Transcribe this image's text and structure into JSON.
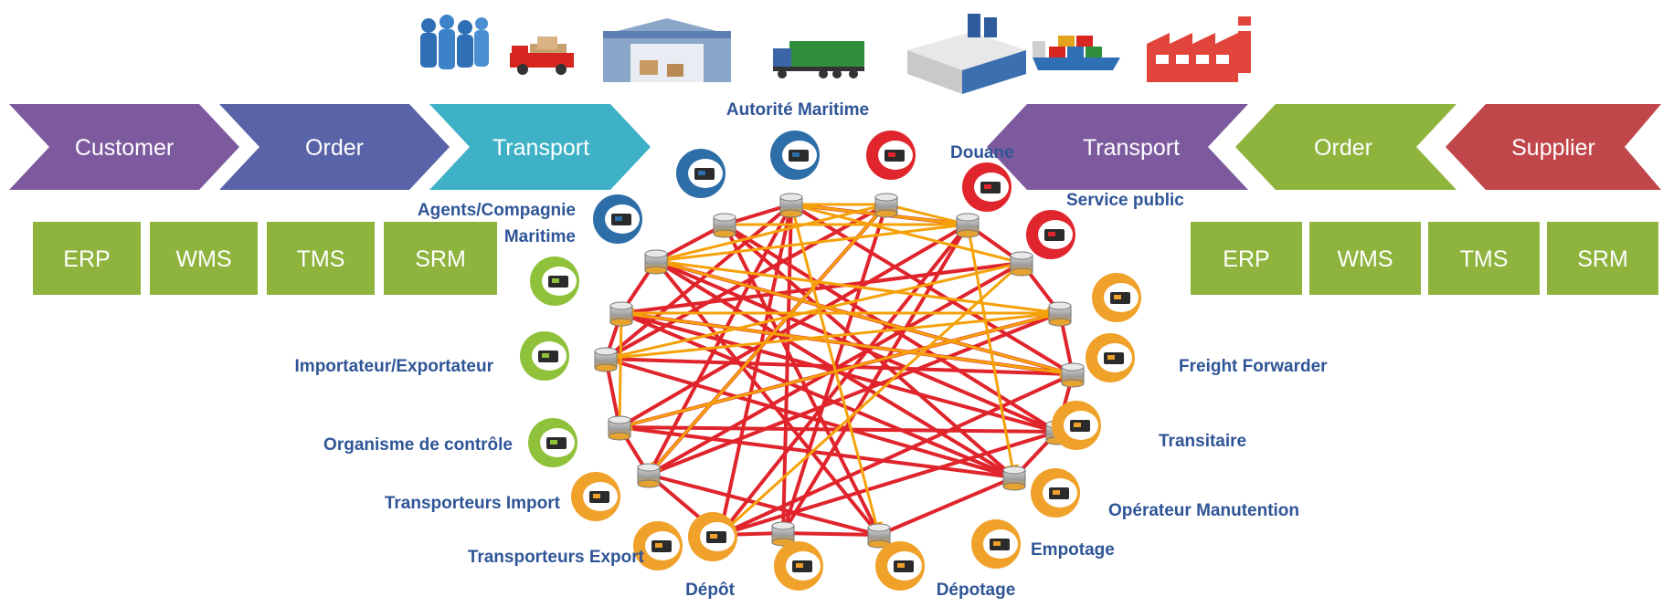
{
  "top_icons": [
    {
      "name": "people-icon"
    },
    {
      "name": "delivery-truck-icon"
    },
    {
      "name": "warehouse-icon"
    },
    {
      "name": "cargo-truck-icon"
    },
    {
      "name": "office-building-icon"
    },
    {
      "name": "container-ship-icon"
    },
    {
      "name": "factory-icon"
    }
  ],
  "left_flow": [
    {
      "label": "Customer",
      "color": "#7d5a9e"
    },
    {
      "label": "Order",
      "color": "#5963a8"
    },
    {
      "label": "Transport",
      "color": "#3fb1c6"
    }
  ],
  "right_flow": [
    {
      "label": "Transport",
      "color": "#7d5a9e"
    },
    {
      "label": "Order",
      "color": "#8fb43e"
    },
    {
      "label": "Supplier",
      "color": "#c0464a"
    }
  ],
  "left_systems": [
    "ERP",
    "WMS",
    "TMS",
    "SRM"
  ],
  "right_systems": [
    "ERP",
    "WMS",
    "TMS",
    "SRM"
  ],
  "system_color": "#8fb43e",
  "network_colors": {
    "red_link": "#e0242c",
    "orange_link": "#f5a20a",
    "label": "#2f5597"
  },
  "nodes": [
    {
      "label": "Autorité Maritime",
      "icon": "port-crane-icon",
      "ring": "blue"
    },
    {
      "label": "Agents/Compagnie Maritime",
      "icon": "ship-icon",
      "ring": "blue"
    },
    {
      "label": "",
      "icon": "cargo-ship-icon",
      "ring": "blue"
    },
    {
      "label": "Douane",
      "icon": "customs-computer-icon",
      "ring": "red"
    },
    {
      "label": "Service public",
      "icon": "traffic-light-icon",
      "ring": "red"
    },
    {
      "label": "",
      "icon": "documents-icon",
      "ring": "red"
    },
    {
      "label": "",
      "icon": "network-icon",
      "ring": "orange"
    },
    {
      "label": "Freight Forwarder",
      "icon": "coins-icon",
      "ring": "orange"
    },
    {
      "label": "Transitaire",
      "icon": "package-icon",
      "ring": "orange"
    },
    {
      "label": "Opérateur Manutention",
      "icon": "crane-icon",
      "ring": "orange"
    },
    {
      "label": "Empotage",
      "icon": "loading-icon",
      "ring": "orange"
    },
    {
      "label": "Dépotage",
      "icon": "unloading-icon",
      "ring": "orange"
    },
    {
      "label": "Dépôt",
      "icon": "depot-icon",
      "ring": "orange"
    },
    {
      "label": "Transporteurs Export",
      "icon": "export-truck-icon",
      "ring": "orange"
    },
    {
      "label": "Transporteurs Import",
      "icon": "import-truck-icon",
      "ring": "orange"
    },
    {
      "label": "Organisme de contrôle",
      "icon": "inspection-icon",
      "ring": "green"
    },
    {
      "label": "Importateur/Exportateur",
      "icon": "factory-export-icon",
      "ring": "green"
    },
    {
      "label": "",
      "icon": "factory-import-icon",
      "ring": "green"
    }
  ],
  "labels": {
    "autorite": "Autorité Maritime",
    "agents_1": "Agents/Compagnie",
    "agents_2": "Maritime",
    "douane": "Douane",
    "service_public": "Service public",
    "importateur": "Importateur/Exportateur",
    "organisme": "Organisme de contrôle",
    "transp_import": "Transporteurs Import",
    "transp_export": "Transporteurs Export",
    "depot": "Dépôt",
    "depotage": "Dépotage",
    "empotage": "Empotage",
    "operateur": "Opérateur Manutention",
    "transitaire": "Transitaire",
    "freight": "Freight Forwarder"
  }
}
